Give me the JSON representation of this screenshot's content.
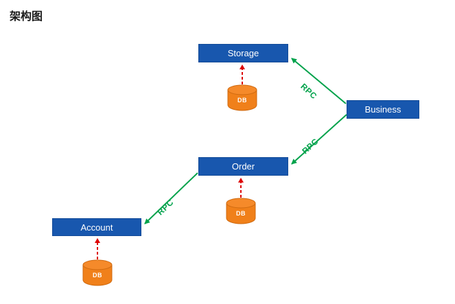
{
  "title": "架构图",
  "diagram": {
    "nodes": [
      {
        "id": "storage",
        "label": "Storage"
      },
      {
        "id": "business",
        "label": "Business"
      },
      {
        "id": "order",
        "label": "Order"
      },
      {
        "id": "account",
        "label": "Account"
      }
    ],
    "databases": [
      {
        "id": "storage-db",
        "label": "DB"
      },
      {
        "id": "order-db",
        "label": "DB"
      },
      {
        "id": "account-db",
        "label": "DB"
      }
    ],
    "edges": [
      {
        "from": "business",
        "to": "storage",
        "label": "RPC"
      },
      {
        "from": "business",
        "to": "order",
        "label": "RPC"
      },
      {
        "from": "order",
        "to": "account",
        "label": "RPC"
      }
    ],
    "colors": {
      "node_fill": "#1857ae",
      "node_text": "#ffffff",
      "db_fill": "#f0801a",
      "db_top_fill": "#f58a2a",
      "rpc_green": "#00a24b",
      "db_link_red": "#dd0000"
    }
  }
}
